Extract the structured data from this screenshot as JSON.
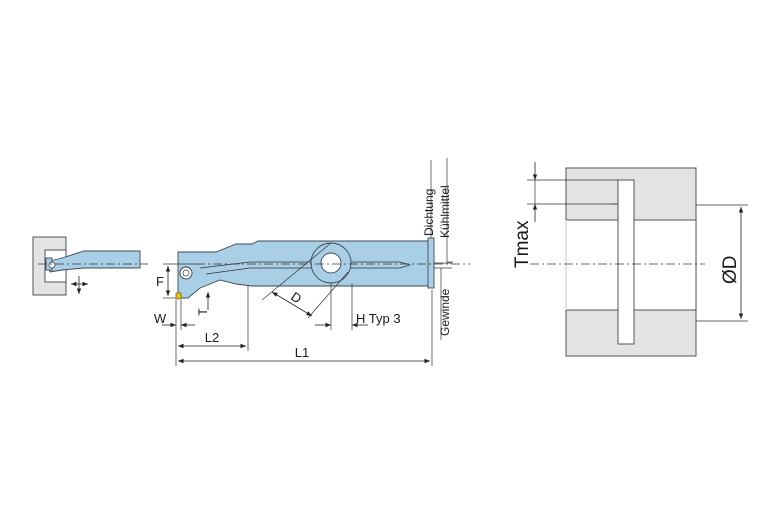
{
  "labels": {
    "f": "F",
    "t": "T",
    "w": "W",
    "l2": "L2",
    "l1": "L1",
    "d": "D",
    "h_typ": "H Typ 3",
    "dichtung": "Dichtung",
    "kuehlmittel": "Kühlmittel",
    "gewinde": "Gewinde",
    "tmax": "Tmax",
    "diameter": "ØD"
  },
  "colors": {
    "tool_body": "#a9cfe6",
    "insert": "#f2c400",
    "workpiece": "#e3e3e3",
    "line": "#222222"
  }
}
